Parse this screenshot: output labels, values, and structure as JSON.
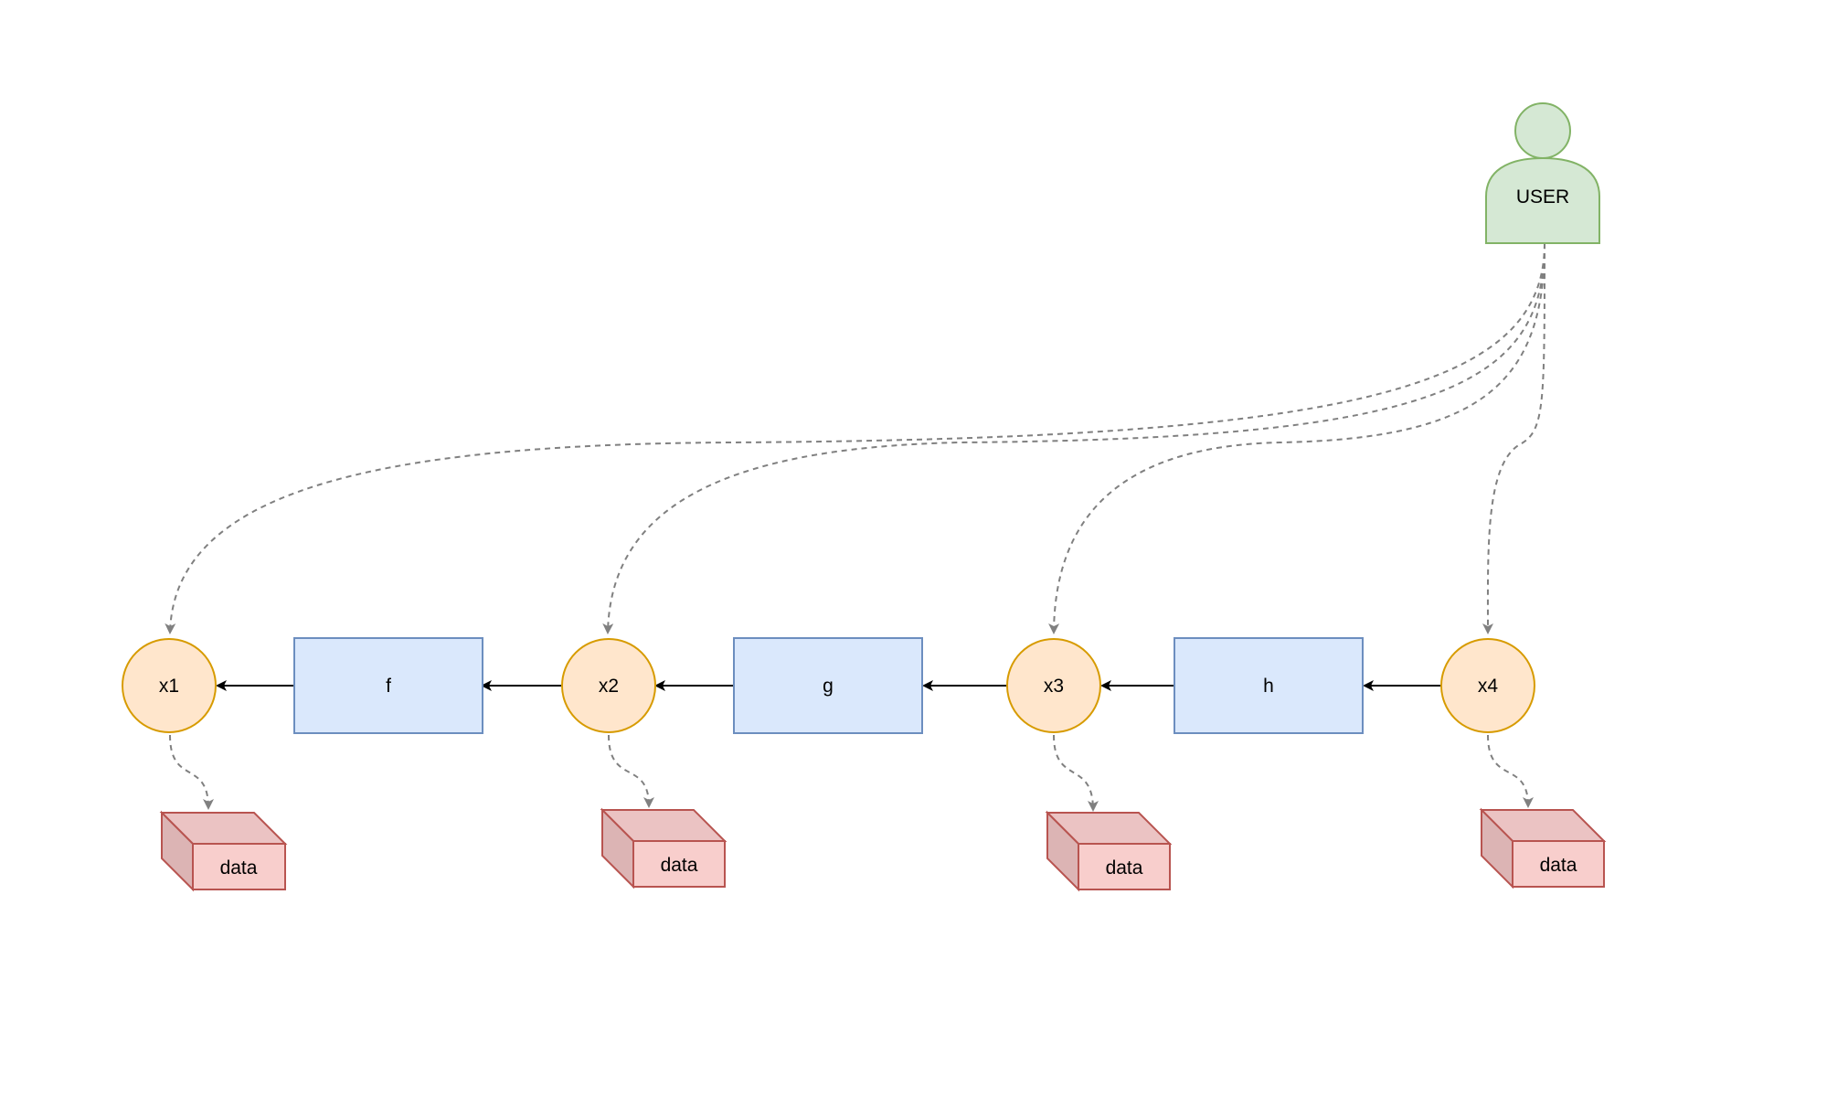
{
  "user": {
    "label": "USER"
  },
  "nodes": [
    {
      "id": "x1",
      "label": "x1"
    },
    {
      "id": "x2",
      "label": "x2"
    },
    {
      "id": "x3",
      "label": "x3"
    },
    {
      "id": "x4",
      "label": "x4"
    }
  ],
  "functions": [
    {
      "id": "f",
      "label": "f"
    },
    {
      "id": "g",
      "label": "g"
    },
    {
      "id": "h",
      "label": "h"
    }
  ],
  "stores": [
    {
      "id": "data1",
      "label": "data"
    },
    {
      "id": "data2",
      "label": "data"
    },
    {
      "id": "data3",
      "label": "data"
    },
    {
      "id": "data4",
      "label": "data"
    }
  ],
  "colors": {
    "user_fill": "#d5e8d4",
    "user_stroke": "#82b366",
    "node_fill": "#ffe6cc",
    "node_stroke": "#d79b00",
    "func_fill": "#dae8fc",
    "func_stroke": "#6c8ebf",
    "store_fill": "#f8cecc",
    "store_stroke": "#b85450",
    "solid_edge": "#000000",
    "dashed_edge": "#808080"
  },
  "edges": [
    {
      "from": "x4",
      "to": "h",
      "style": "solid"
    },
    {
      "from": "h",
      "to": "x3",
      "style": "solid"
    },
    {
      "from": "x3",
      "to": "g",
      "style": "solid"
    },
    {
      "from": "g",
      "to": "x2",
      "style": "solid"
    },
    {
      "from": "x2",
      "to": "f",
      "style": "solid"
    },
    {
      "from": "f",
      "to": "x1",
      "style": "solid"
    },
    {
      "from": "USER",
      "to": "x1",
      "style": "dashed"
    },
    {
      "from": "USER",
      "to": "x2",
      "style": "dashed"
    },
    {
      "from": "USER",
      "to": "x3",
      "style": "dashed"
    },
    {
      "from": "USER",
      "to": "x4",
      "style": "dashed"
    },
    {
      "from": "x1",
      "to": "data1",
      "style": "dashed"
    },
    {
      "from": "x2",
      "to": "data2",
      "style": "dashed"
    },
    {
      "from": "x3",
      "to": "data3",
      "style": "dashed"
    },
    {
      "from": "x4",
      "to": "data4",
      "style": "dashed"
    }
  ]
}
